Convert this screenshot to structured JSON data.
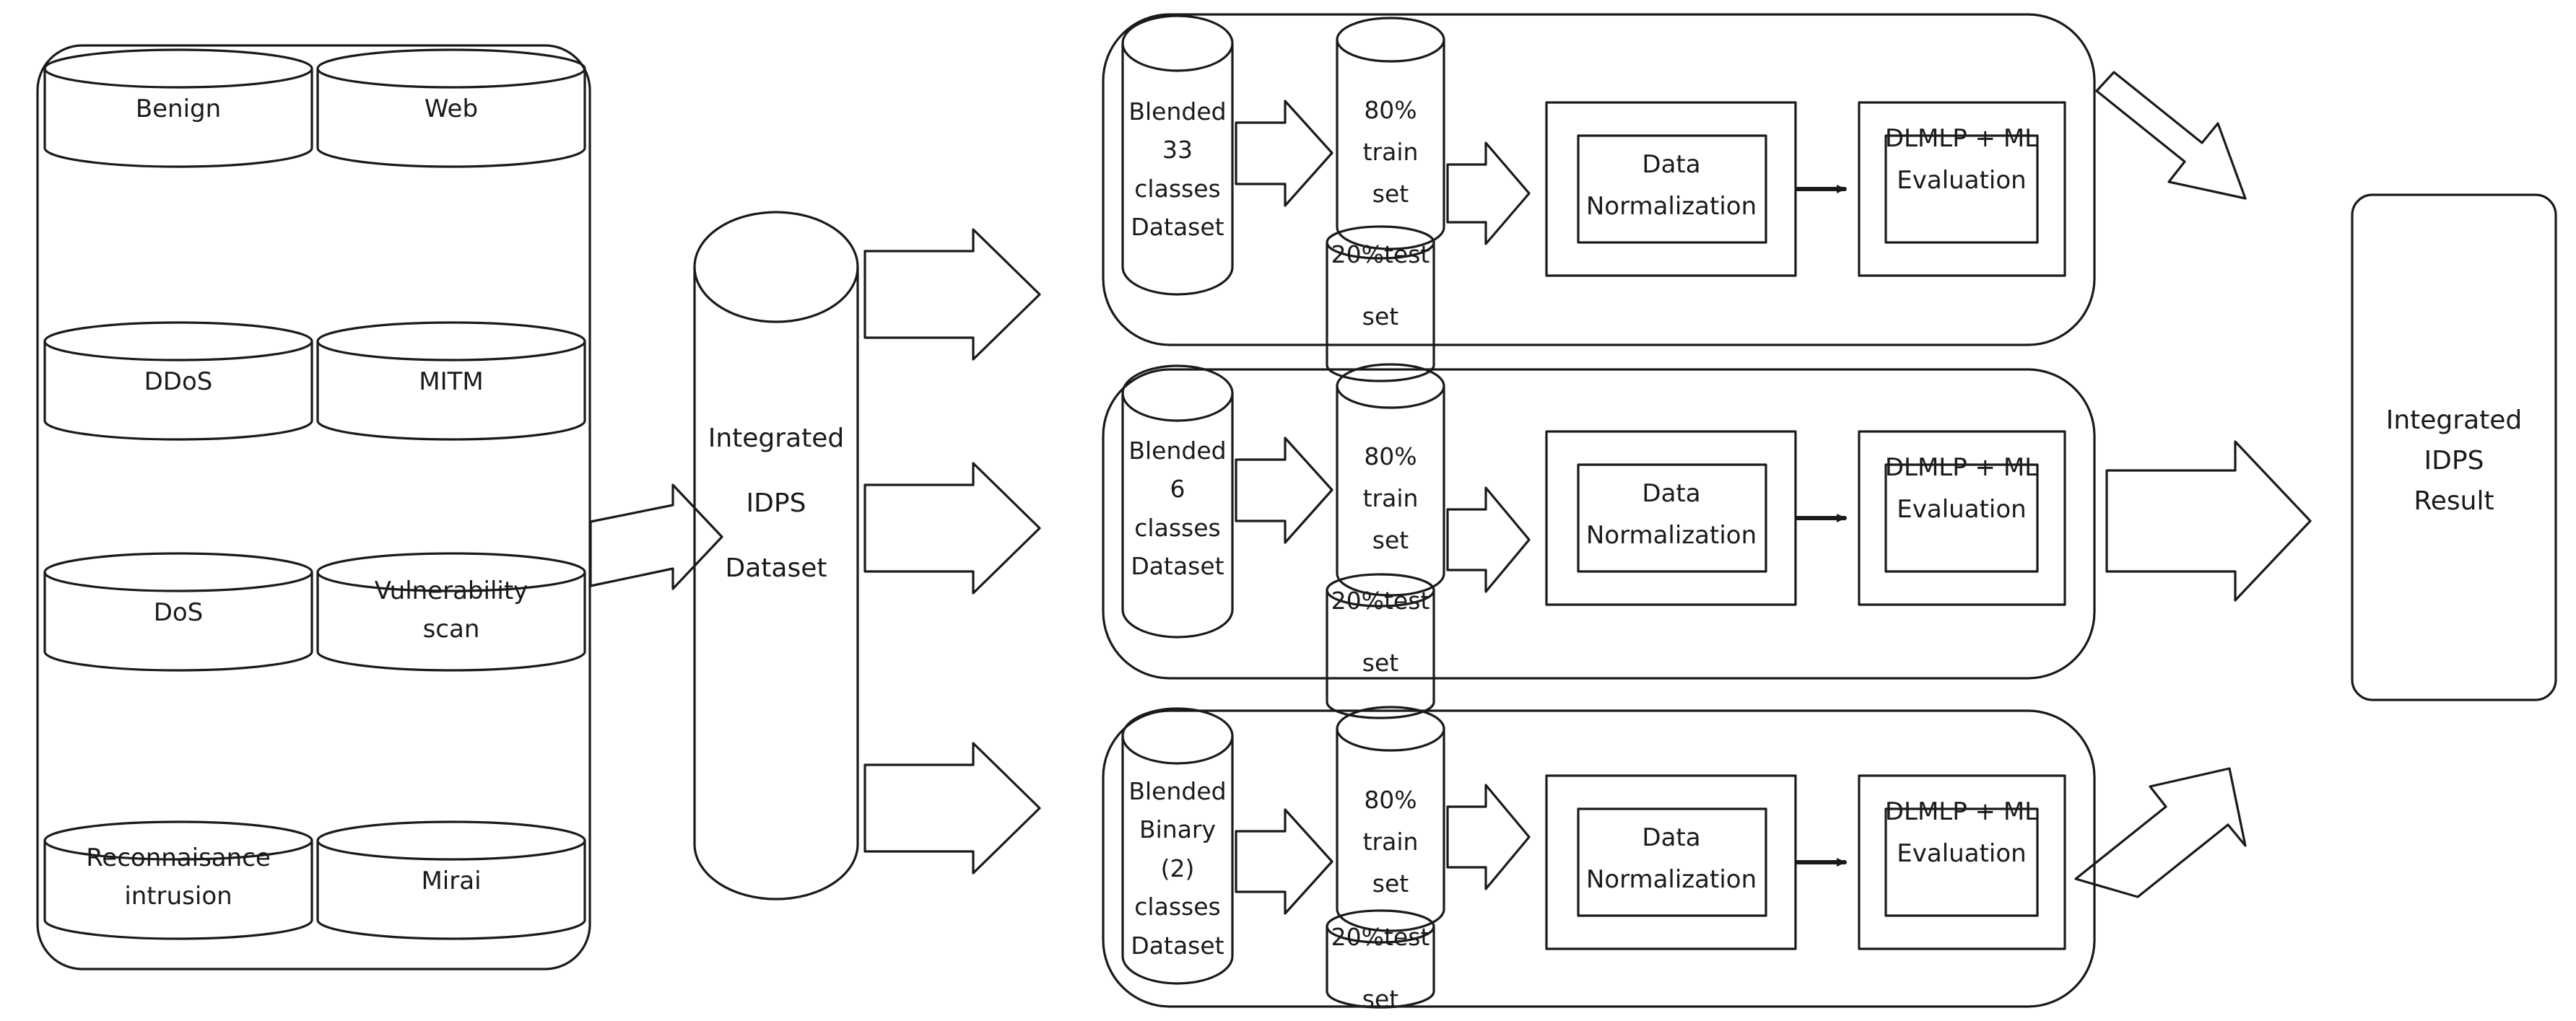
{
  "diagram": {
    "title": "Integrated IDPS Framework Flow",
    "type": "flowchart",
    "stroke_color": "#1a1a1a",
    "fill_color": "#ffffff"
  },
  "sources_panel": {
    "name": "attack-source-datasets",
    "items": [
      {
        "label": "Benign"
      },
      {
        "label": "Web"
      },
      {
        "label": "DDoS"
      },
      {
        "label": "MITM"
      },
      {
        "label": "DoS"
      },
      {
        "label": "Vulnerability\nscan"
      },
      {
        "label": "Reconnaisance\nintrusion"
      },
      {
        "label": "Mirai"
      }
    ]
  },
  "integrated_dataset": {
    "label": "Integrated\n\nIDPS\n\nDataset"
  },
  "pipelines": [
    {
      "id": "pipeline-33-classes",
      "dataset": "Blended\n33\nclasses\nDataset",
      "train": "80%\ntrain\nset",
      "test": "20%test\n\nset",
      "normalization": "Data\nNormalization",
      "evaluation": "DLMLP + ML\nEvaluation"
    },
    {
      "id": "pipeline-6-classes",
      "dataset": "Blended\n6\nclasses\nDataset",
      "train": "80%\ntrain\nset",
      "test": "20%test\n\nset",
      "normalization": "Data\nNormalization",
      "evaluation": "DLMLP + ML\nEvaluation"
    },
    {
      "id": "pipeline-binary-classes",
      "dataset": "Blended\nBinary\n(2)\nclasses\nDataset",
      "train": "80%\ntrain\nset",
      "test": "20%test\n\nset",
      "normalization": "Data\nNormalization",
      "evaluation": "DLMLP + ML\nEvaluation"
    }
  ],
  "result": {
    "label": "Integrated\nIDPS\nResult"
  }
}
